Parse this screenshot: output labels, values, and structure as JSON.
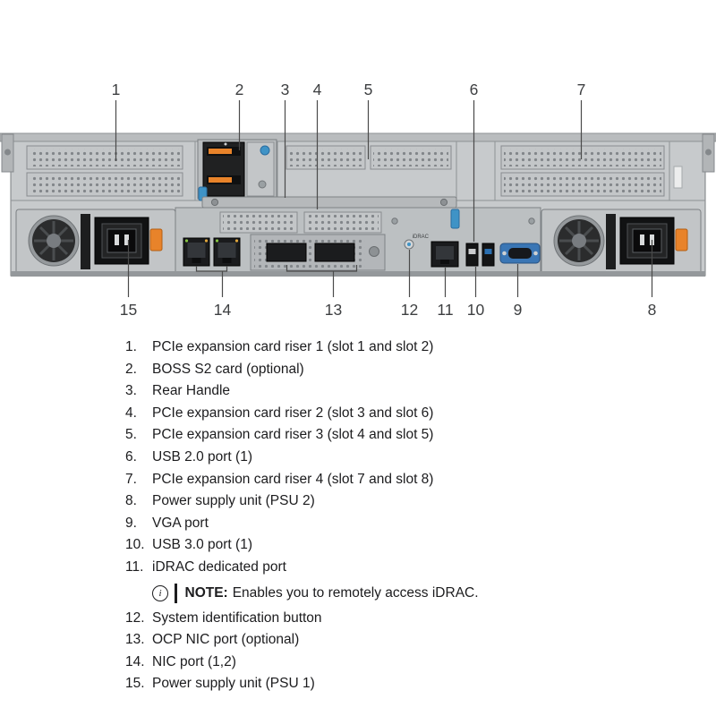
{
  "figure": {
    "top_callouts": [
      "1",
      "2",
      "3",
      "4",
      "5",
      "6",
      "7"
    ],
    "bottom_callouts": [
      "15",
      "14",
      "13",
      "12",
      "11",
      "10",
      "9",
      "8"
    ],
    "labels": {
      "idrac": "iDRAC"
    }
  },
  "legend": {
    "items": [
      {
        "num": "1.",
        "text": "PCIe expansion card riser 1 (slot 1 and slot 2)"
      },
      {
        "num": "2.",
        "text": "BOSS S2 card (optional)"
      },
      {
        "num": "3.",
        "text": "Rear Handle"
      },
      {
        "num": "4.",
        "text": "PCIe expansion card riser 2 (slot 3 and slot 6)"
      },
      {
        "num": "5.",
        "text": "PCIe expansion card riser 3 (slot 4 and slot 5)"
      },
      {
        "num": "6.",
        "text": "USB 2.0 port (1)"
      },
      {
        "num": "7.",
        "text": "PCIe expansion card riser 4 (slot 7 and slot 8)"
      },
      {
        "num": "8.",
        "text": "Power supply unit (PSU 2)"
      },
      {
        "num": "9.",
        "text": "VGA port"
      },
      {
        "num": "10.",
        "text": "USB 3.0 port (1)"
      },
      {
        "num": "11.",
        "text": "iDRAC dedicated port"
      },
      {
        "num": "12.",
        "text": "System identification button"
      },
      {
        "num": "13.",
        "text": "OCP NIC port (optional)"
      },
      {
        "num": "14.",
        "text": "NIC port (1,2)"
      },
      {
        "num": "15.",
        "text": "Power supply unit (PSU 1)"
      }
    ],
    "note": {
      "label": "NOTE:",
      "text": "Enables you to remotely access iDRAC."
    }
  }
}
